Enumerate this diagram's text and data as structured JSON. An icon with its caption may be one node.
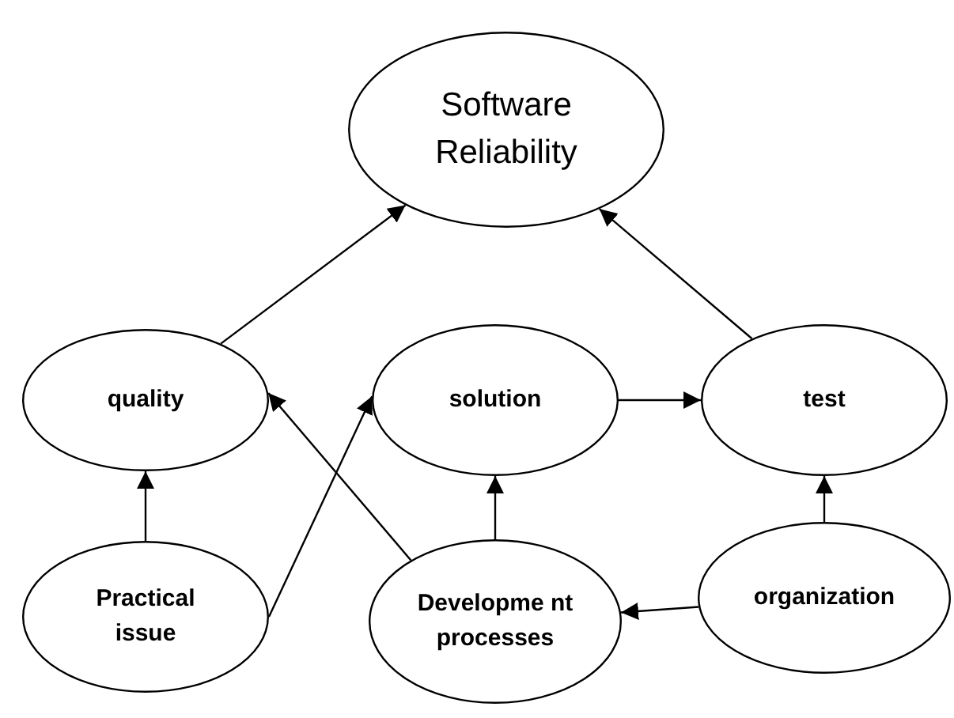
{
  "diagram": {
    "nodes": [
      {
        "text": [
          "Software Reliability"
        ]
      },
      {
        "text": [
          "quality"
        ]
      },
      {
        "text": [
          "solution"
        ]
      },
      {
        "text": [
          "test"
        ]
      },
      {
        "text": [
          "Practical issue"
        ]
      },
      {
        "text": [
          "Developme nt processes"
        ]
      },
      {
        "text": [
          "organization"
        ]
      }
    ],
    "edges": [
      {
        "from": 1,
        "to": 0,
        "arrow": "to"
      },
      {
        "from": 3,
        "to": 0,
        "arrow": "to"
      },
      {
        "from": 2,
        "to": 3,
        "arrow": "to"
      },
      {
        "from": 4,
        "to": 1,
        "arrow": "to"
      },
      {
        "from": 4,
        "to": 2,
        "arrow": "to"
      },
      {
        "from": 5,
        "to": 1,
        "arrow": "to"
      },
      {
        "from": 5,
        "to": 2,
        "arrow": "to"
      },
      {
        "from": 6,
        "to": 5,
        "arrow": "to"
      },
      {
        "from": 6,
        "to": 3,
        "arrow": "to"
      }
    ]
  }
}
